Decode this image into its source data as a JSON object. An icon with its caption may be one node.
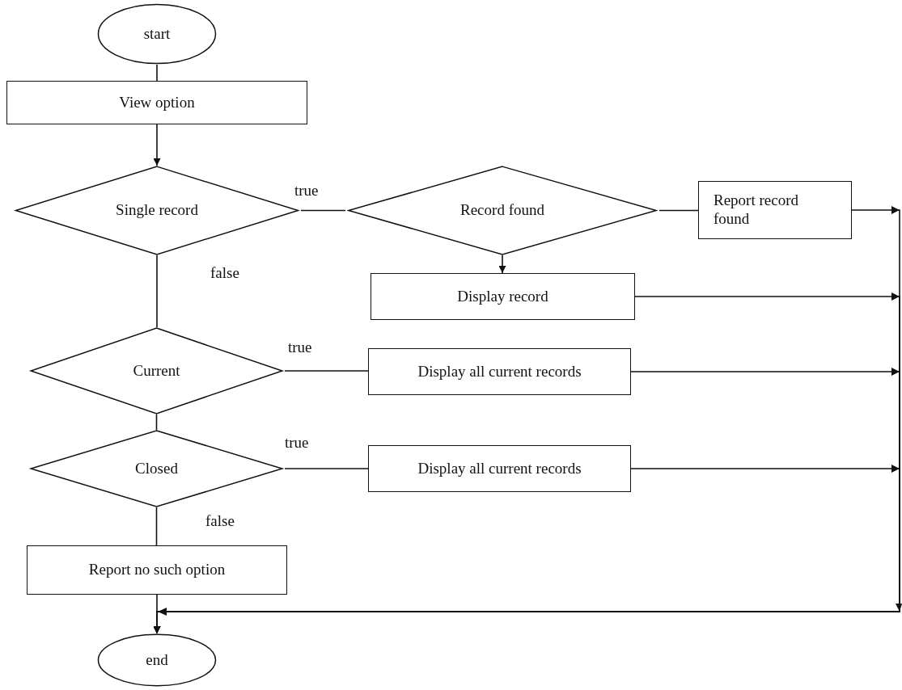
{
  "diagram": {
    "nodes": [
      {
        "text": [
          "start"
        ]
      },
      {
        "text": [
          "View option"
        ]
      },
      {
        "text": [
          "Single record"
        ]
      },
      {
        "text": [
          "Record found"
        ]
      },
      {
        "text": [
          "Report record found"
        ]
      },
      {
        "text": [
          "Display record"
        ]
      },
      {
        "text": [
          "Current"
        ]
      },
      {
        "text": [
          "Display all current records"
        ]
      },
      {
        "text": [
          "Closed"
        ]
      },
      {
        "text": [
          "Display all current records"
        ]
      },
      {
        "text": [
          "Report no such option"
        ]
      },
      {
        "text": [
          "end"
        ]
      }
    ],
    "edges": [
      {
        "from": 0,
        "to": 1,
        "arrow": "none"
      },
      {
        "from": 1,
        "to": 2,
        "arrow": "to"
      },
      {
        "from": 2,
        "to": 3,
        "arrow": "none",
        "label": "true"
      },
      {
        "from": 3,
        "to": 4,
        "arrow": "none"
      },
      {
        "from": 3,
        "to": 5,
        "arrow": "to"
      },
      {
        "from": 2,
        "to": 6,
        "arrow": "none",
        "label": "false"
      },
      {
        "from": 6,
        "to": 7,
        "arrow": "none",
        "label": "true"
      },
      {
        "from": 6,
        "to": 8,
        "arrow": "none"
      },
      {
        "from": 8,
        "to": 9,
        "arrow": "none",
        "label": "true"
      },
      {
        "from": 8,
        "to": 10,
        "arrow": "none",
        "label": "false"
      },
      {
        "from": 4,
        "to": 11,
        "arrow": "to"
      },
      {
        "from": 5,
        "to": 11,
        "arrow": "to"
      },
      {
        "from": 7,
        "to": 11,
        "arrow": "to"
      },
      {
        "from": 9,
        "to": 11,
        "arrow": "to"
      },
      {
        "from": 10,
        "to": 11,
        "arrow": "to"
      }
    ]
  }
}
